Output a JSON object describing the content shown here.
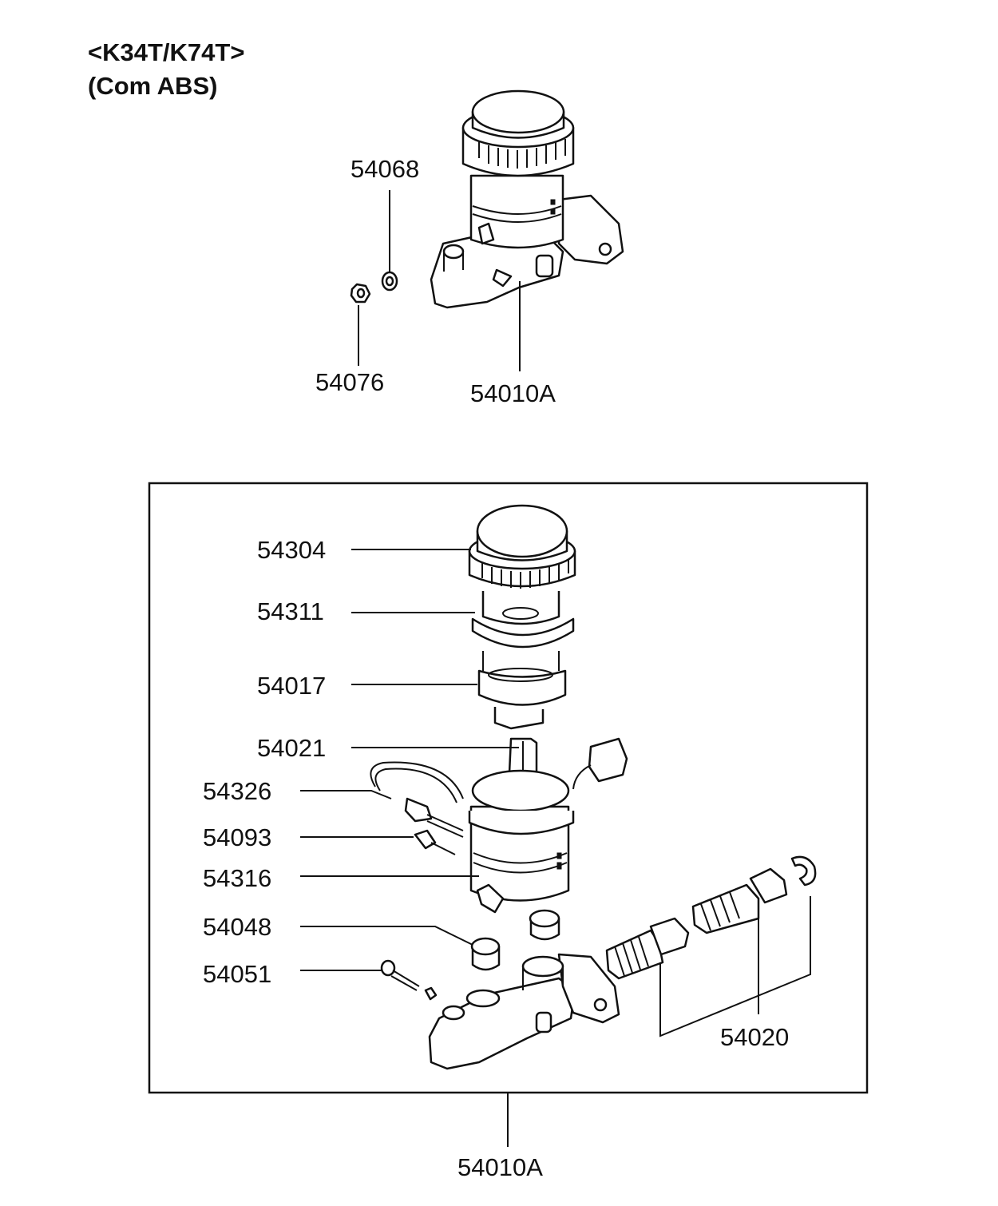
{
  "header": {
    "model": "<K34T/K74T>",
    "variant": "(Com ABS)"
  },
  "top_assembly": {
    "labels": {
      "washer": "54068",
      "nut": "54076",
      "master_cylinder": "54010A"
    }
  },
  "exploded_view": {
    "labels": {
      "cap": "54304",
      "strainer": "54311",
      "filter": "54017",
      "float": "54021",
      "reservoir_hose": "54326",
      "sensor": "54093",
      "band": "54316",
      "grommet": "54048",
      "bolt": "54051",
      "piston_kit": "54020",
      "assembly": "54010A"
    }
  }
}
